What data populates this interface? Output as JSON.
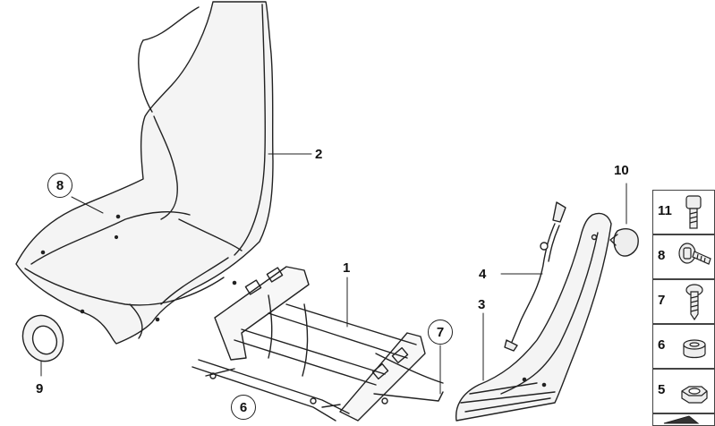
{
  "callouts": {
    "seat_shell": "2",
    "seat_frame": "1",
    "side_panel": "3",
    "cable": "4",
    "rail_part": "7",
    "circled_8": "8",
    "circled_6": "6",
    "circled_7": "7",
    "cap_10": "10",
    "ring_9": "9"
  },
  "sidebar": {
    "items": [
      {
        "num": "11",
        "icon": "socket-head-screw-icon"
      },
      {
        "num": "8",
        "icon": "flange-bolt-icon"
      },
      {
        "num": "7",
        "icon": "torx-screw-icon"
      },
      {
        "num": "6",
        "icon": "bushing-icon"
      },
      {
        "num": "5",
        "icon": "hex-nut-icon"
      },
      {
        "num": "",
        "icon": "wedge-icon"
      }
    ]
  }
}
